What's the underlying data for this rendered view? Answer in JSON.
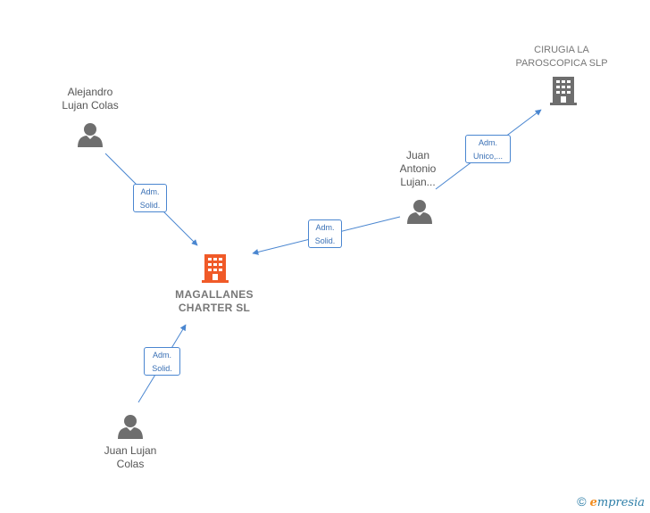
{
  "nodes": {
    "main_company": {
      "line1": "MAGALLANES",
      "line2": "CHARTER  SL",
      "color": "#f05a28"
    },
    "cirugia": {
      "line1": "CIRUGIA LA",
      "line2": "PAROSCOPICA SLP",
      "color": "#6e6e6e"
    },
    "alejandro": {
      "line1": "Alejandro",
      "line2": "Lujan Colas"
    },
    "juan_antonio": {
      "line1": "Juan",
      "line2": "Antonio",
      "line3": "Lujan..."
    },
    "juan_lujan": {
      "line1": "Juan Lujan",
      "line2": "Colas"
    }
  },
  "edges": {
    "alejandro_to_main": {
      "line1": "Adm.",
      "line2": "Solid."
    },
    "juan_antonio_to_main": {
      "line1": "Adm.",
      "line2": "Solid."
    },
    "juan_antonio_to_cirugia": {
      "line1": "Adm.",
      "line2": "Unico,..."
    },
    "juan_lujan_to_main": {
      "line1": "Adm.",
      "line2": "Solid."
    }
  },
  "footer": {
    "copyright": "©",
    "brand_initial": "e",
    "brand_rest": "mpresia"
  },
  "colors": {
    "edge": "#4a86d0",
    "person_icon": "#6e6e6e"
  }
}
